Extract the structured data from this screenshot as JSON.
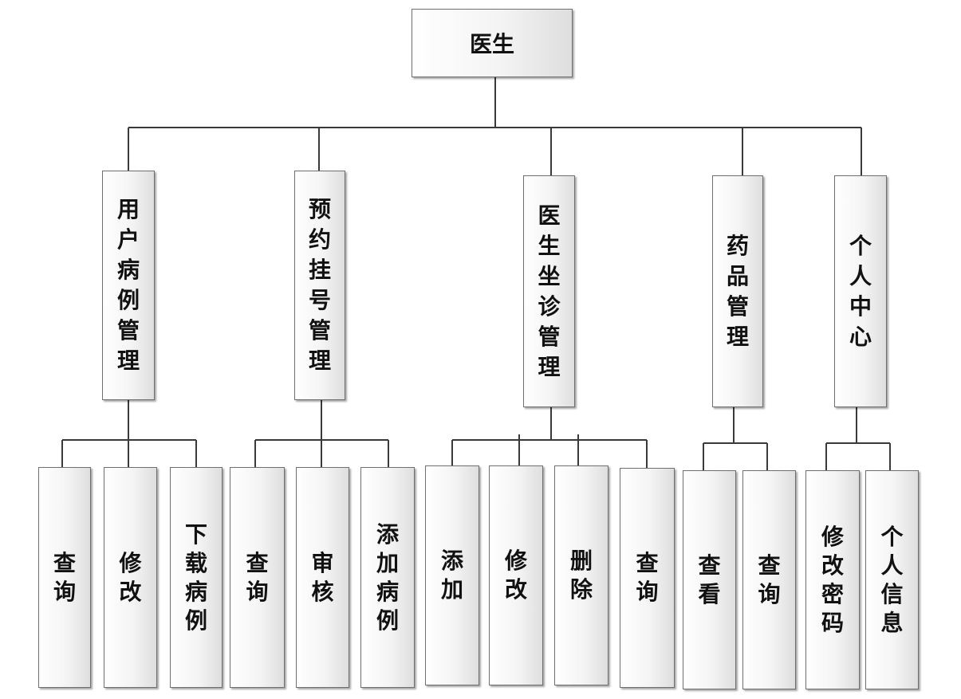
{
  "root": {
    "label": "医生"
  },
  "categories": [
    {
      "label": "用户病例管理",
      "children": [
        "查询",
        "修改",
        "下载病例"
      ]
    },
    {
      "label": "预约挂号管理",
      "children": [
        "查询",
        "审核",
        "添加病例"
      ]
    },
    {
      "label": "医生坐诊管理",
      "children": [
        "添加",
        "修改",
        "删除",
        "查询"
      ]
    },
    {
      "label": "药品管理",
      "children": [
        "查看",
        "查询"
      ]
    },
    {
      "label": "个人中心",
      "children": [
        "修改密码",
        "个人信息"
      ]
    }
  ]
}
